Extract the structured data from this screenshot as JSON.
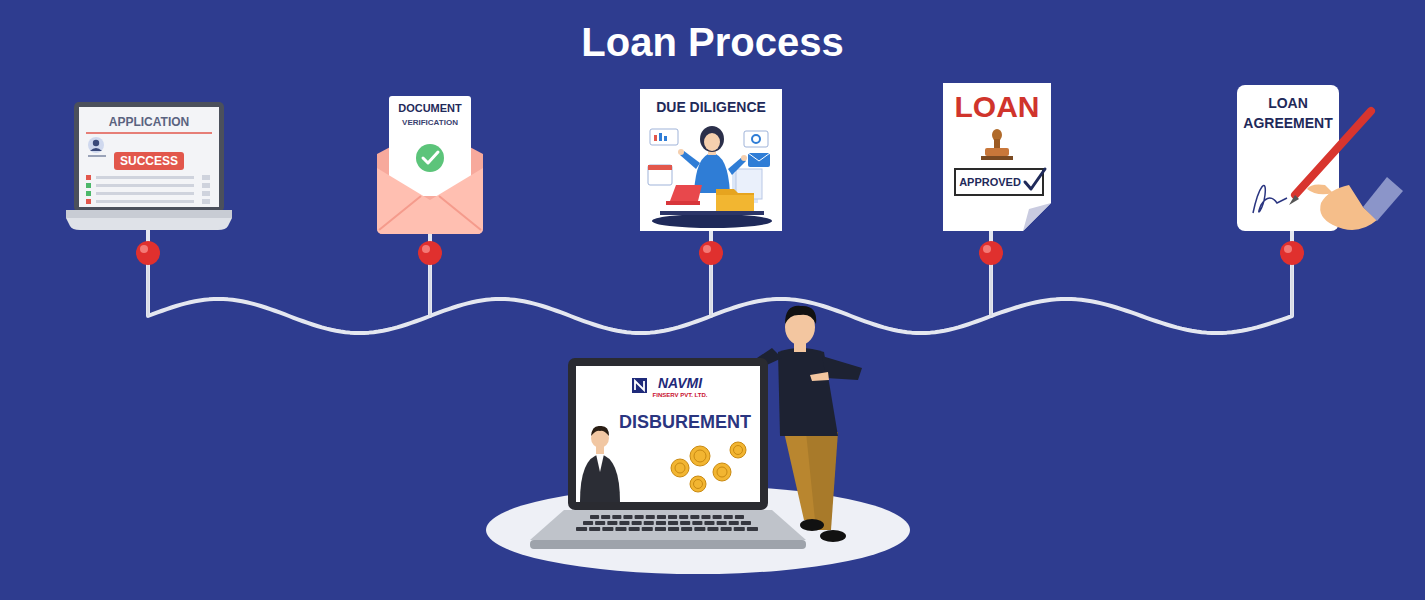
{
  "diagram": {
    "title": "Loan Process",
    "nodes": [
      {
        "text": [
          "APPLICATION",
          "SUCCESS"
        ]
      },
      {
        "text": [
          "DOCUMENT",
          "VERIFICATION"
        ]
      },
      {
        "text": [
          "DUE DILIGENCE"
        ]
      },
      {
        "text": [
          "LOAN",
          "APPROVED"
        ]
      },
      {
        "text": [
          "LOAN AGREEMENT"
        ]
      },
      {
        "text": [
          "NAVMI",
          "FINSERV PVT. LTD.",
          "DISBUREMENT"
        ]
      }
    ],
    "edges": [
      {
        "from": 0,
        "to": 1,
        "arrow": "none"
      },
      {
        "from": 1,
        "to": 2,
        "arrow": "none"
      },
      {
        "from": 2,
        "to": 3,
        "arrow": "none"
      },
      {
        "from": 3,
        "to": 4,
        "arrow": "none"
      }
    ]
  }
}
